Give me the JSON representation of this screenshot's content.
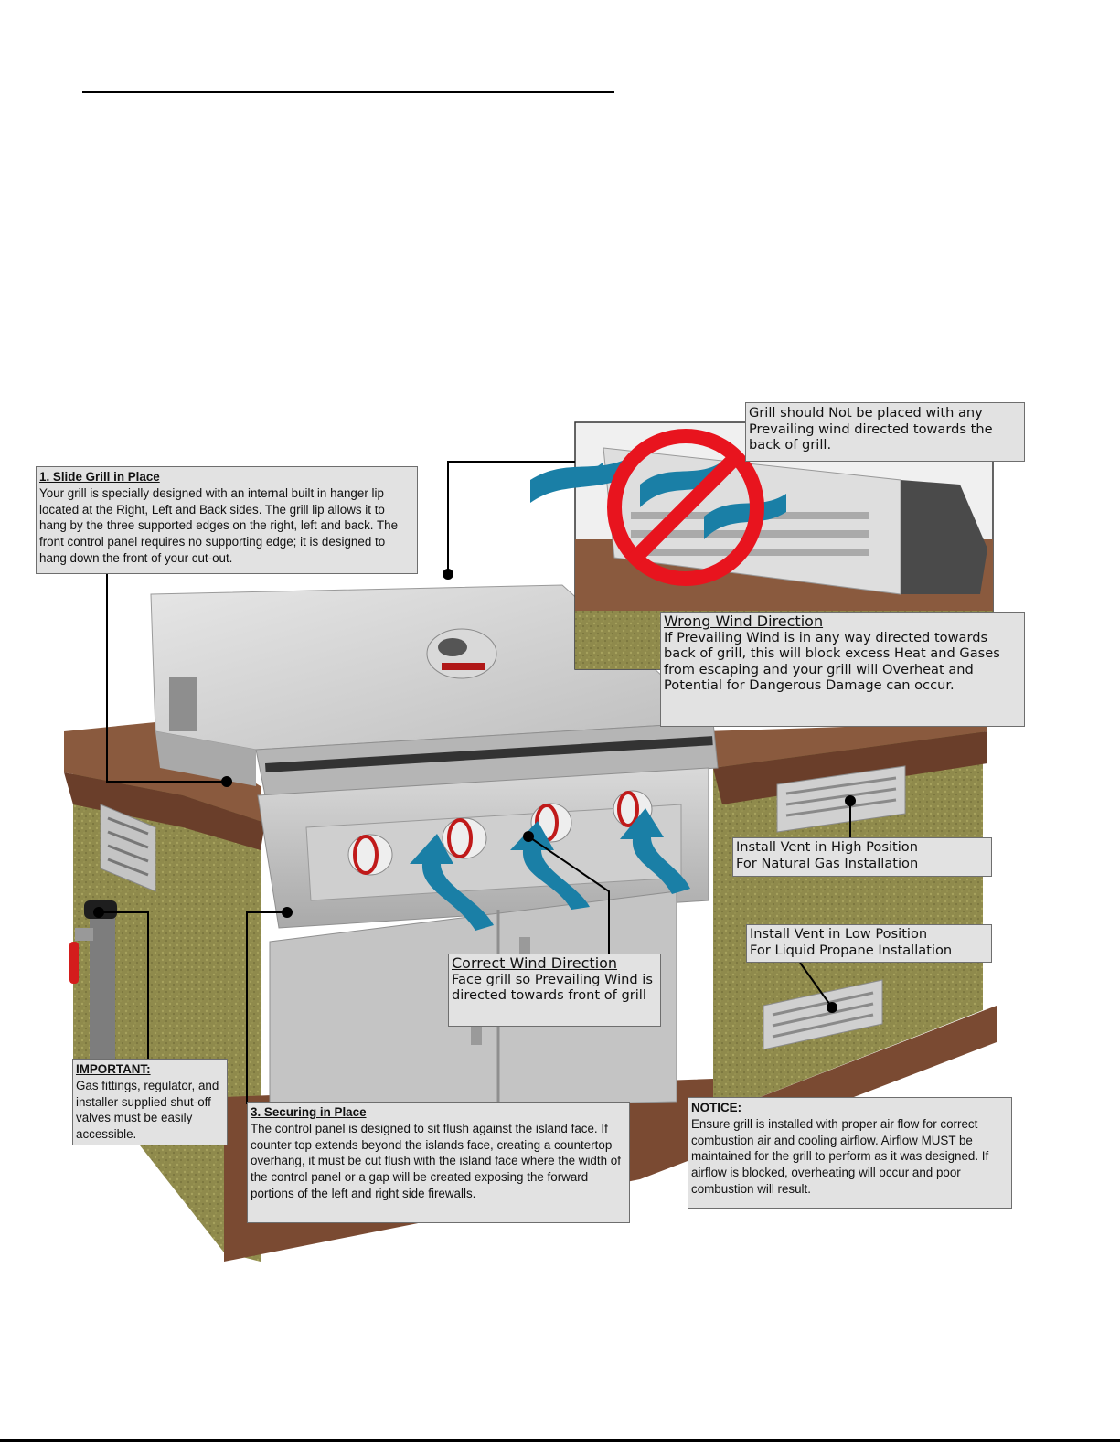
{
  "callouts": {
    "slide": {
      "heading": "1. Slide Grill in Place",
      "body": "Your grill is specially designed with an internal built in hanger lip located at the Right, Left and Back sides. The grill lip allows it to hang by the three supported edges on the right, left and back.  The front control panel requires no supporting edge; it is designed to hang down the front of your cut-out."
    },
    "not_placed": {
      "body": "Grill should Not be placed with any Prevailing wind directed towards the back of grill."
    },
    "wrong_wind": {
      "heading": "Wrong Wind Direction",
      "body": "If Prevailing Wind is in any way directed towards back of grill, this will block excess Heat and Gases from escaping and your grill will Overheat and Potential for Dangerous Damage can occur."
    },
    "vent_high": {
      "line1": "Install Vent in High Position",
      "line2": "For Natural Gas Installation"
    },
    "vent_low": {
      "line1": "Install Vent in Low Position",
      "line2": "For Liquid Propane Installation"
    },
    "correct_wind": {
      "heading": "Correct Wind Direction",
      "body": "Face grill so Prevailing Wind is directed towards front of grill"
    },
    "important": {
      "heading": "IMPORTANT:",
      "body": "Gas fittings, regulator, and installer supplied shut-off valves must be easily accessible."
    },
    "securing": {
      "heading": "3. Securing in Place",
      "body": "The control panel is designed to sit flush against the island face. If counter top extends beyond the islands face, creating a countertop overhang, it must be cut flush with the island face where the width of the control panel or a gap will be created exposing the forward portions of the left and right side firewalls."
    },
    "notice": {
      "heading": "NOTICE:",
      "body": "Ensure grill is installed with proper air flow for correct combustion air and cooling airflow. Airflow MUST be maintained for the grill to perform as it was designed. If airflow is blocked, overheating will occur and poor combustion will result."
    }
  },
  "colors": {
    "wind_arrow": "#1a7fa6",
    "prohibited_sign": "#e8141e",
    "stucco": "#8f8a4c",
    "brick": "#7a4a32",
    "stainless": "#c9c9c9",
    "knob_ring": "#c01a1a",
    "valve_handle": "#d41c1c"
  },
  "icons": [
    "prohibited-icon",
    "wind-arrow-icon",
    "vent-grille-icon",
    "gas-valve-icon"
  ]
}
